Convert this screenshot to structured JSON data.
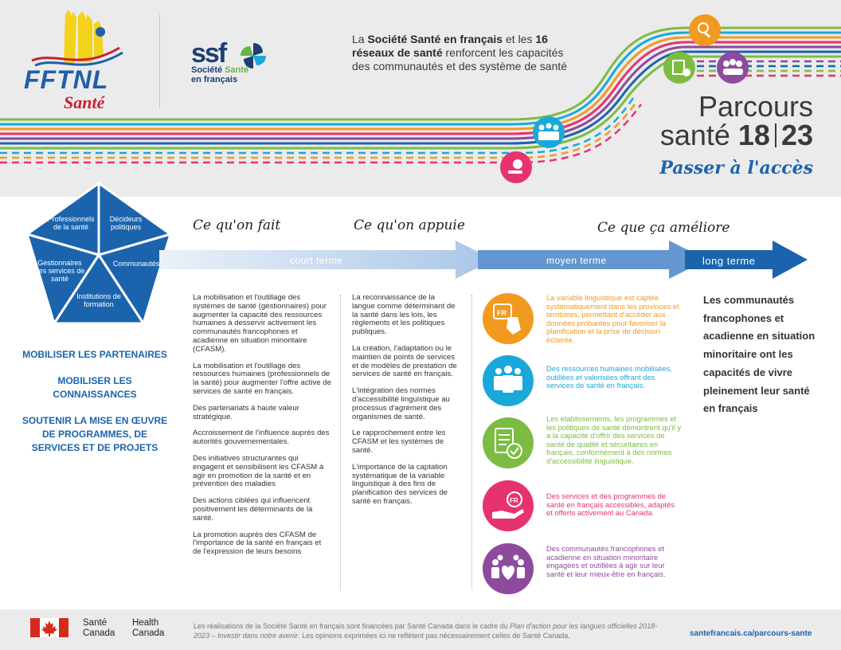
{
  "header": {
    "fftnl": {
      "name": "FFTNL",
      "sub": "Santé"
    },
    "ssf": {
      "abbr": "ssf",
      "name1": "Société ",
      "name2": "Santé",
      "name3": "en français"
    },
    "intro": {
      "p1": "La ",
      "b1": "Société Santé en français",
      "p2": " et les ",
      "b2": "16 réseaux de santé",
      "p3": " renforcent les capacités des communautés et des système de santé"
    },
    "title_line1": "Parcours",
    "title_line2_word": "santé",
    "title_num1": "18",
    "title_num2": "23",
    "tagline": "Passer à l'accès"
  },
  "pentagon": {
    "segments": [
      "Professionnels de la santé",
      "Décideurs politiques",
      "Communautés",
      "Institutions de formation",
      "Gestionnaires des services de santé"
    ]
  },
  "left_headings": [
    "MOBILISER LES PARTENAIRES",
    "MOBILISER LES CONNAISSANCES",
    "SOUTENIR LA MISE EN ŒUVRE DE PROGRAMMES, DE SERVICES ET DE PROJETS"
  ],
  "sections": {
    "fait": "Ce qu'on fait",
    "appuie": "Ce qu'on appuie",
    "ameliore": "Ce que ça améliore"
  },
  "arrows": {
    "court": "court terme",
    "moyen": "moyen terme",
    "long": "long terme"
  },
  "col_fait": [
    "La mobilisation et l'outillage des systèmes de santé (gestionnaires) pour augmenter la capacité des ressources humaines à desservir activement les communautés francophones et acadienne en situation minoritaire (CFASM).",
    "La mobilisation et l'outillage des ressources humaines (professionnels de la santé) pour augmenter l'offre active de services de santé en français.",
    "Des partenariats à haute valeur stratégique.",
    "Accroissement de l'influence auprès des autorités gouvernementales.",
    "Des initiatives structurantes qui engagent et sensibilisent les CFASM à agir en promotion de la santé et en prévention des maladies",
    "Des actions ciblées qui influencent positivement les déterminants de la santé.",
    "La promotion auprès des CFASM de l'importance de la santé en français et de l'expression de leurs besoins"
  ],
  "col_appuie": [
    "La reconnaissance de la langue comme déterminant de la santé dans les lois, les règlements et les politiques publiques.",
    "La création, l'adaptation ou le maintien de points de services et de modèles de prestation de services de santé en français.",
    "L'intégration des normes d'accessibilité linguistique au processus d'agrément des organismes de santé.",
    "Le rapprochement entre les CFASM et les systèmes de santé.",
    "L'importance de la captation systématique de la variable linguistique à des fins de planification des services de santé en français."
  ],
  "results": [
    {
      "text": "La variable linguistique est captée systématiquement dans les provinces et territoires, permettant d'accéder aux données probantes pour favoriser la planification et la prise de décision éclairée.",
      "color": "#f29a1f",
      "icon": "fr-hand-icon"
    },
    {
      "text": "Des ressources humaines mobilisées, outillées et valorisées offrant des services de santé en français.",
      "color": "#19a8d9",
      "icon": "health-workers-icon"
    },
    {
      "text": "Les établissements, les programmes et les politiques de santé démontrent qu'il y a la capacité d'offrir des services de santé de qualité et sécuritaires en français, conformément à des normes d'accessibilité linguistique.",
      "color": "#7cbc42",
      "icon": "checklist-icon"
    },
    {
      "text": "Des services et des programmes de santé en français accessibles, adaptés et offerts activement au Canada.",
      "color": "#e6336e",
      "icon": "fr-services-icon"
    },
    {
      "text": "Des communautés francophones et acadienne en situation minoritaire engagées et outillées à agir sur leur santé et leur mieux-être en français.",
      "color": "#8e4a9c",
      "icon": "community-heart-icon"
    }
  ],
  "final_result": "Les communautés francophones et acadienne en situation minoritaire ont les capacités de vivre pleinement leur santé en français",
  "footer": {
    "sante": "Santé",
    "canada1": "Canada",
    "health": "Health",
    "canada2": "Canada",
    "d1": "Les réalisations de la Société Santé en français sont financées par Santé Canada dans le cadre du ",
    "d2": "Plan d'action pour les langues officielles 2018-2023 – Investir dans notre avenir",
    "d3": ". Les opinions exprimées ici ne reflètent pas nécessairement celles de Santé Canada.",
    "url": "santefrancais.ca/parcours-sante"
  },
  "colors": {
    "blue": "#1b64ad",
    "orange": "#f29a1f",
    "cyan": "#19a8d9",
    "green": "#7cbc42",
    "pink": "#e6336e",
    "purple": "#8e4a9c"
  }
}
